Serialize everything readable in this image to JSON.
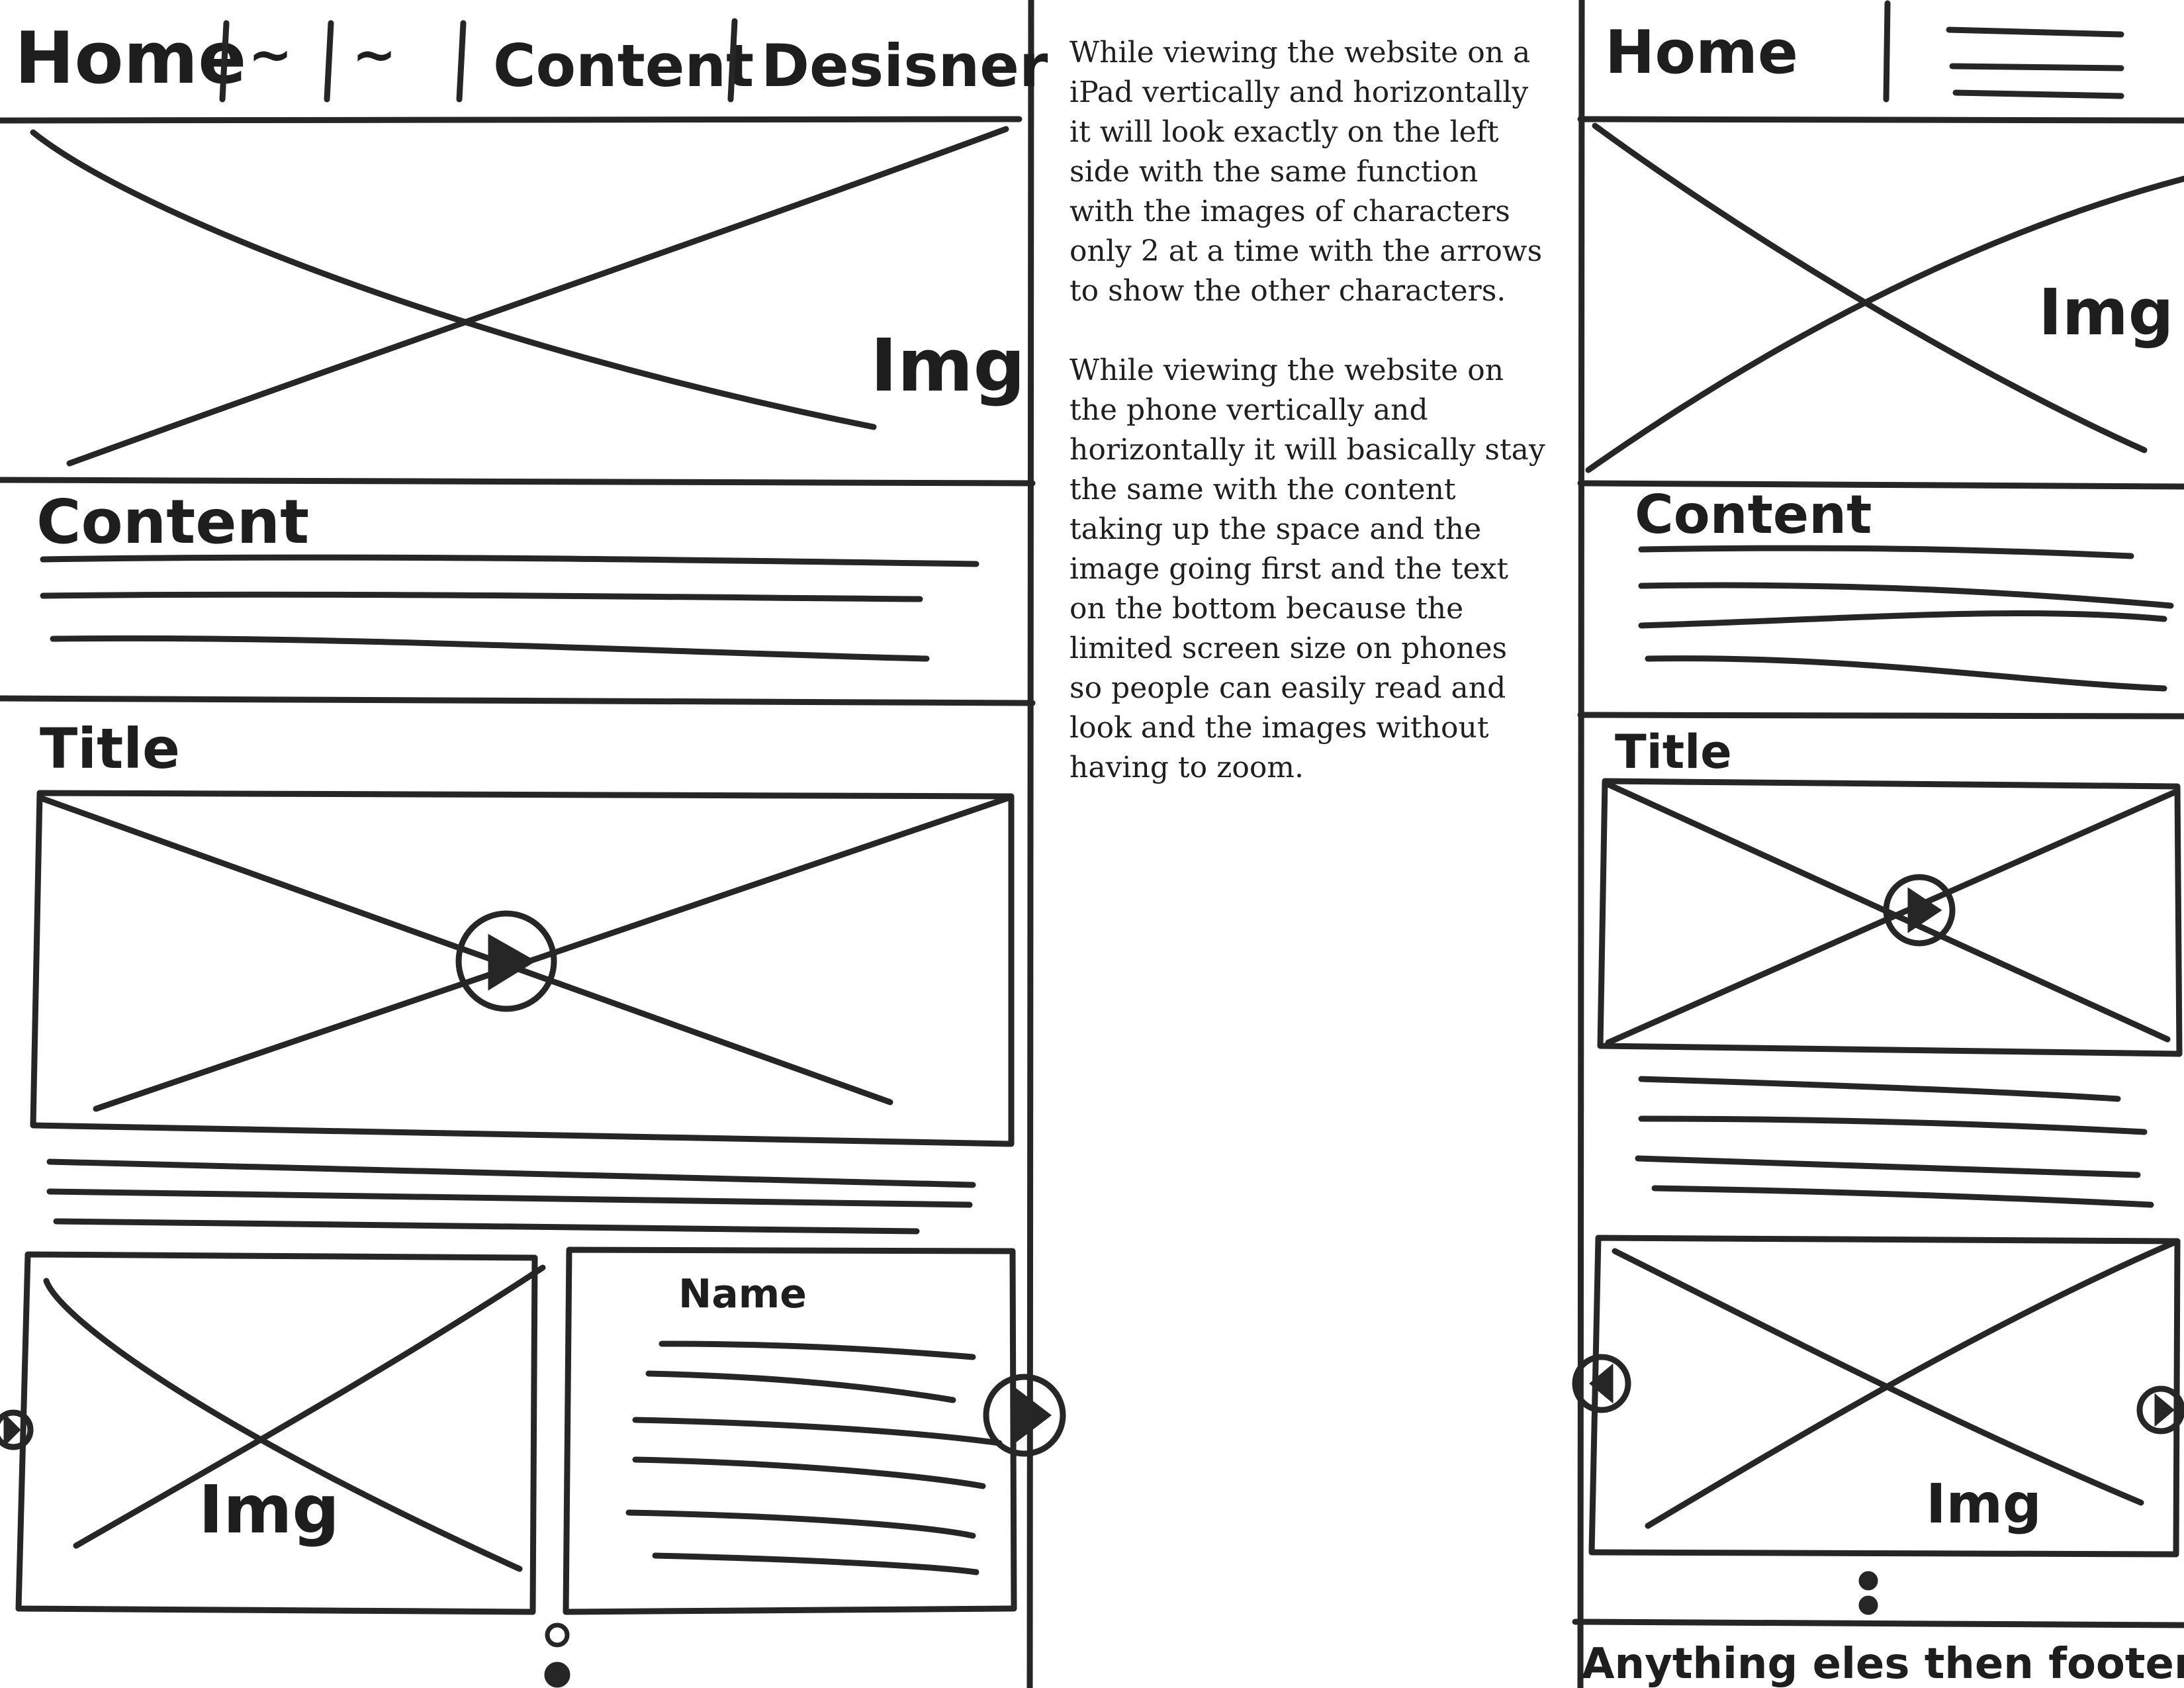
{
  "tablet_wireframe": {
    "nav_labels": [
      "Home",
      "~",
      "~",
      "Content",
      "Desisner"
    ],
    "hero_img_label": "Img",
    "content_heading": "Content",
    "title_heading": "Title",
    "card_img_label": "Img",
    "card_name_label": "Name"
  },
  "annotation": {
    "paragraphs": [
      "While viewing the website on a iPad vertically and horizontally it will look exactly on the left side with the same function with the images of characters only 2 at a time with the arrows to show the other characters.",
      "While viewing the website on the phone vertically and horizontally it will basically stay the same with the content taking up the space and the image going first and the text on the bottom because the limited screen size on phones so people can easily read and look and the images without having to zoom."
    ]
  },
  "phone_wireframe": {
    "nav_label": "Home",
    "hero_img_label": "Img",
    "content_heading": "Content",
    "title_heading": "Title",
    "card_img_label": "Img",
    "footer_text": "Anything eles then footer"
  }
}
